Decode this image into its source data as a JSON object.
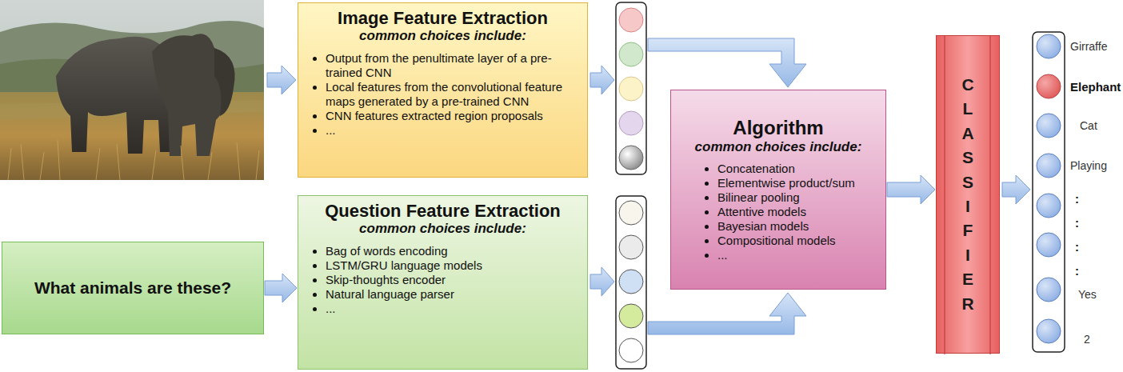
{
  "diagram": {
    "nodes": [
      {
        "text": [
          "Image Feature Extraction",
          "common choices include:",
          "Output from the penultimate layer of a pre-trained CNN",
          "Local features from the convolutional feature maps generated by a pre-trained CNN",
          "CNN features extracted region proposals",
          "..."
        ]
      },
      {
        "text": [
          "What animals are these?"
        ]
      },
      {
        "text": [
          "Question Feature Extraction",
          "common choices include:",
          "Bag of words encoding",
          "LSTM/GRU language models",
          "Skip-thoughts encoder",
          "Natural language parser",
          "..."
        ]
      },
      {
        "text": [
          "Algorithm",
          "common choices include:",
          "Concatenation",
          "Elementwise product/sum",
          "Bilinear pooling",
          "Attentive models",
          "Bayesian models",
          "Compositional models",
          "..."
        ]
      },
      {
        "text": [
          "CLASSIFIER"
        ]
      }
    ],
    "edges": [
      {
        "from": 1,
        "to": 2,
        "arrow": "to"
      },
      {
        "from": 3,
        "to": 4,
        "arrow": "to"
      }
    ],
    "labels": [
      "Girraffe",
      "Elephant",
      "Cat",
      "Playing",
      ":",
      ":",
      ":",
      ":",
      "Yes",
      "2"
    ]
  }
}
